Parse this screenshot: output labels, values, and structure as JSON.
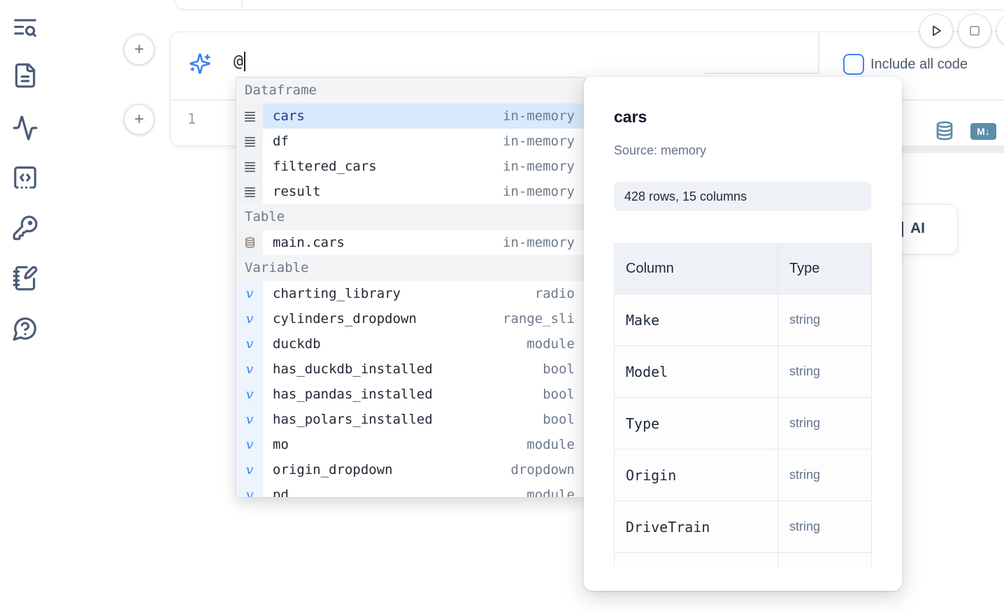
{
  "sidebar": {
    "items": [
      {
        "icon": "list-search-icon"
      },
      {
        "icon": "file-document-icon"
      },
      {
        "icon": "activity-icon"
      },
      {
        "icon": "code-snippet-icon"
      },
      {
        "icon": "key-icon"
      },
      {
        "icon": "notebook-edit-icon"
      },
      {
        "icon": "help-chat-icon"
      }
    ]
  },
  "editor": {
    "prompt_value": "@",
    "include_all_code": "Include all code",
    "include_all_code_checked": false,
    "line_number": "1"
  },
  "toolbar": {
    "markdown_badge": "M↓"
  },
  "ai_card": {
    "label": "AI"
  },
  "completion": {
    "sections": [
      {
        "label": "Dataframe",
        "kind": "dataframe",
        "icon": "dataframe-icon",
        "items": [
          {
            "name": "cars",
            "type": "in-memory",
            "selected": true
          },
          {
            "name": "df",
            "type": "in-memory"
          },
          {
            "name": "filtered_cars",
            "type": "in-memory"
          },
          {
            "name": "result",
            "type": "in-memory"
          }
        ]
      },
      {
        "label": "Table",
        "kind": "table",
        "icon": "database-small-icon",
        "items": [
          {
            "name": "main.cars",
            "type": "in-memory"
          }
        ]
      },
      {
        "label": "Variable",
        "kind": "variable",
        "icon": "variable-icon",
        "items": [
          {
            "name": "charting_library",
            "type": "radio"
          },
          {
            "name": "cylinders_dropdown",
            "type": "range_sli"
          },
          {
            "name": "duckdb",
            "type": "module"
          },
          {
            "name": "has_duckdb_installed",
            "type": "bool"
          },
          {
            "name": "has_pandas_installed",
            "type": "bool"
          },
          {
            "name": "has_polars_installed",
            "type": "bool"
          },
          {
            "name": "mo",
            "type": "module"
          },
          {
            "name": "origin_dropdown",
            "type": "dropdown"
          },
          {
            "name": "pd",
            "type": "module"
          }
        ]
      }
    ]
  },
  "preview": {
    "title": "cars",
    "source": "Source: memory",
    "shape": "428 rows, 15 columns",
    "table": {
      "headers": [
        "Column",
        "Type"
      ],
      "rows": [
        [
          "Make",
          "string"
        ],
        [
          "Model",
          "string"
        ],
        [
          "Type",
          "string"
        ],
        [
          "Origin",
          "string"
        ],
        [
          "DriveTrain",
          "string"
        ],
        [
          "",
          ""
        ]
      ]
    }
  }
}
